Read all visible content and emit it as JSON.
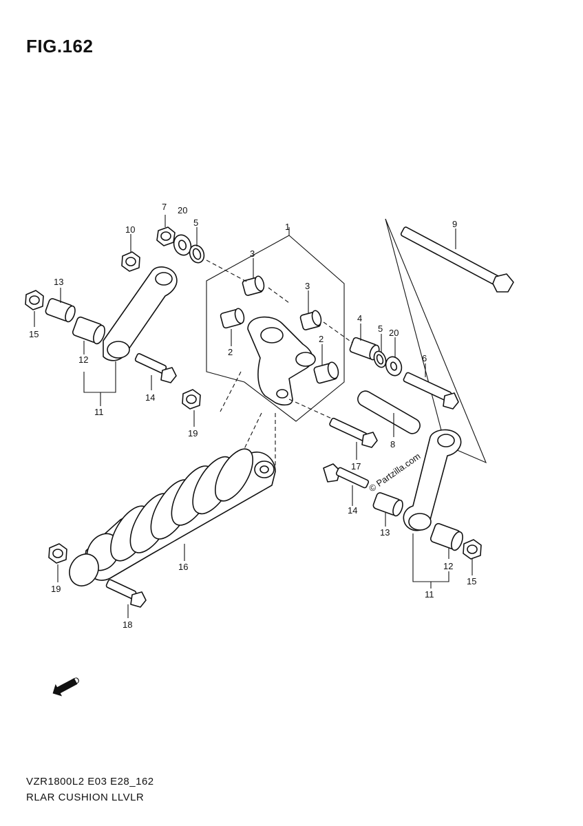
{
  "figure": {
    "title": "FIG.162"
  },
  "callouts": {
    "c1": "1",
    "c2a": "2",
    "c2b": "2",
    "c3a": "3",
    "c3b": "3",
    "c4": "4",
    "c5a": "5",
    "c5b": "5",
    "c6": "6",
    "c7": "7",
    "c8": "8",
    "c9": "9",
    "c10": "10",
    "c11a": "11",
    "c11b": "11",
    "c12a": "12",
    "c12b": "12",
    "c13a": "13",
    "c13b": "13",
    "c14a": "14",
    "c14b": "14",
    "c15a": "15",
    "c15b": "15",
    "c16": "16",
    "c17": "17",
    "c18": "18",
    "c19a": "19",
    "c19b": "19",
    "c20a": "20",
    "c20b": "20"
  },
  "watermark": {
    "text": "© Partzilla.com"
  },
  "badge": {
    "text": "FWD"
  },
  "footer": {
    "model_code": "VZR1800L2 E03 E28_162",
    "section_title": "RLAR CUSHION LLVLR"
  }
}
